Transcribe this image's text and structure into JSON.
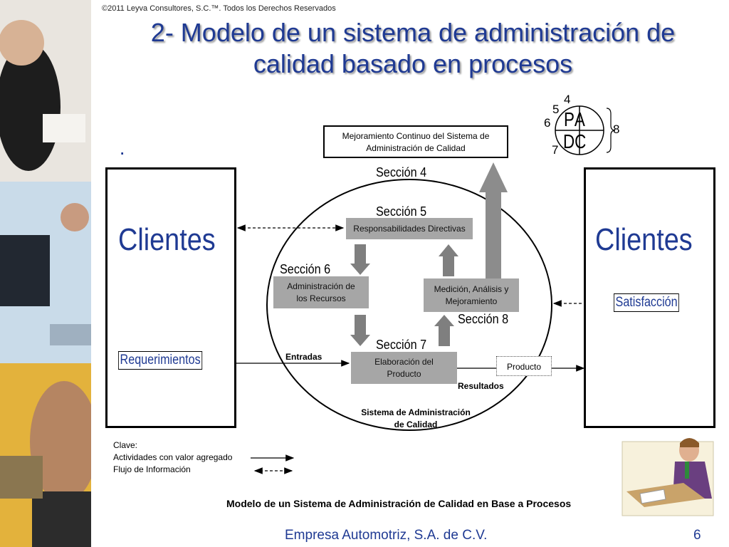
{
  "copyright": "©2011 Leyva Consultores, S.C.™. Todos los Derechos Reservados",
  "title_line1": "2- Modelo de un sistema de administración de",
  "title_line2": "calidad basado en procesos",
  "bullet": "·",
  "pdca": {
    "letters_top": "PA",
    "letters_bottom": "DC",
    "numbers": [
      "4",
      "5",
      "6",
      "7",
      "8"
    ]
  },
  "mejora": {
    "line1": "Mejoramiento Continuo del Sistema de",
    "line2": "Administración de Calidad"
  },
  "left_client": {
    "title": "Clientes",
    "label": "Requerimientos"
  },
  "right_client": {
    "title": "Clientes",
    "label": "Satisfacción"
  },
  "sections": {
    "s4": "Sección 4",
    "s5": "Sección 5",
    "s6": "Sección 6",
    "s7": "Sección 7",
    "s8": "Sección 8"
  },
  "boxes": {
    "responsabilidades": "Responsabilidades Directivas",
    "recursos_line1": "Administración de",
    "recursos_line2": "los Recursos",
    "medicion_line1": "Medición, Análisis y",
    "medicion_line2": "Mejoramiento",
    "elaboracion_line1": "Elaboración del",
    "elaboracion_line2": "Producto"
  },
  "flow": {
    "entradas": "Entradas",
    "resultados": "Resultados",
    "producto": "Producto",
    "sistema_line1": "Sistema de Administración",
    "sistema_line2": "de Calidad"
  },
  "key": {
    "title": "Clave:",
    "item1": "Actividades con valor agregado",
    "item2": "Flujo de Información"
  },
  "caption": "Modelo de un Sistema de Administración de Calidad en Base a Procesos",
  "footer": {
    "company": "Empresa Automotriz, S.A. de C.V.",
    "page": "6"
  }
}
